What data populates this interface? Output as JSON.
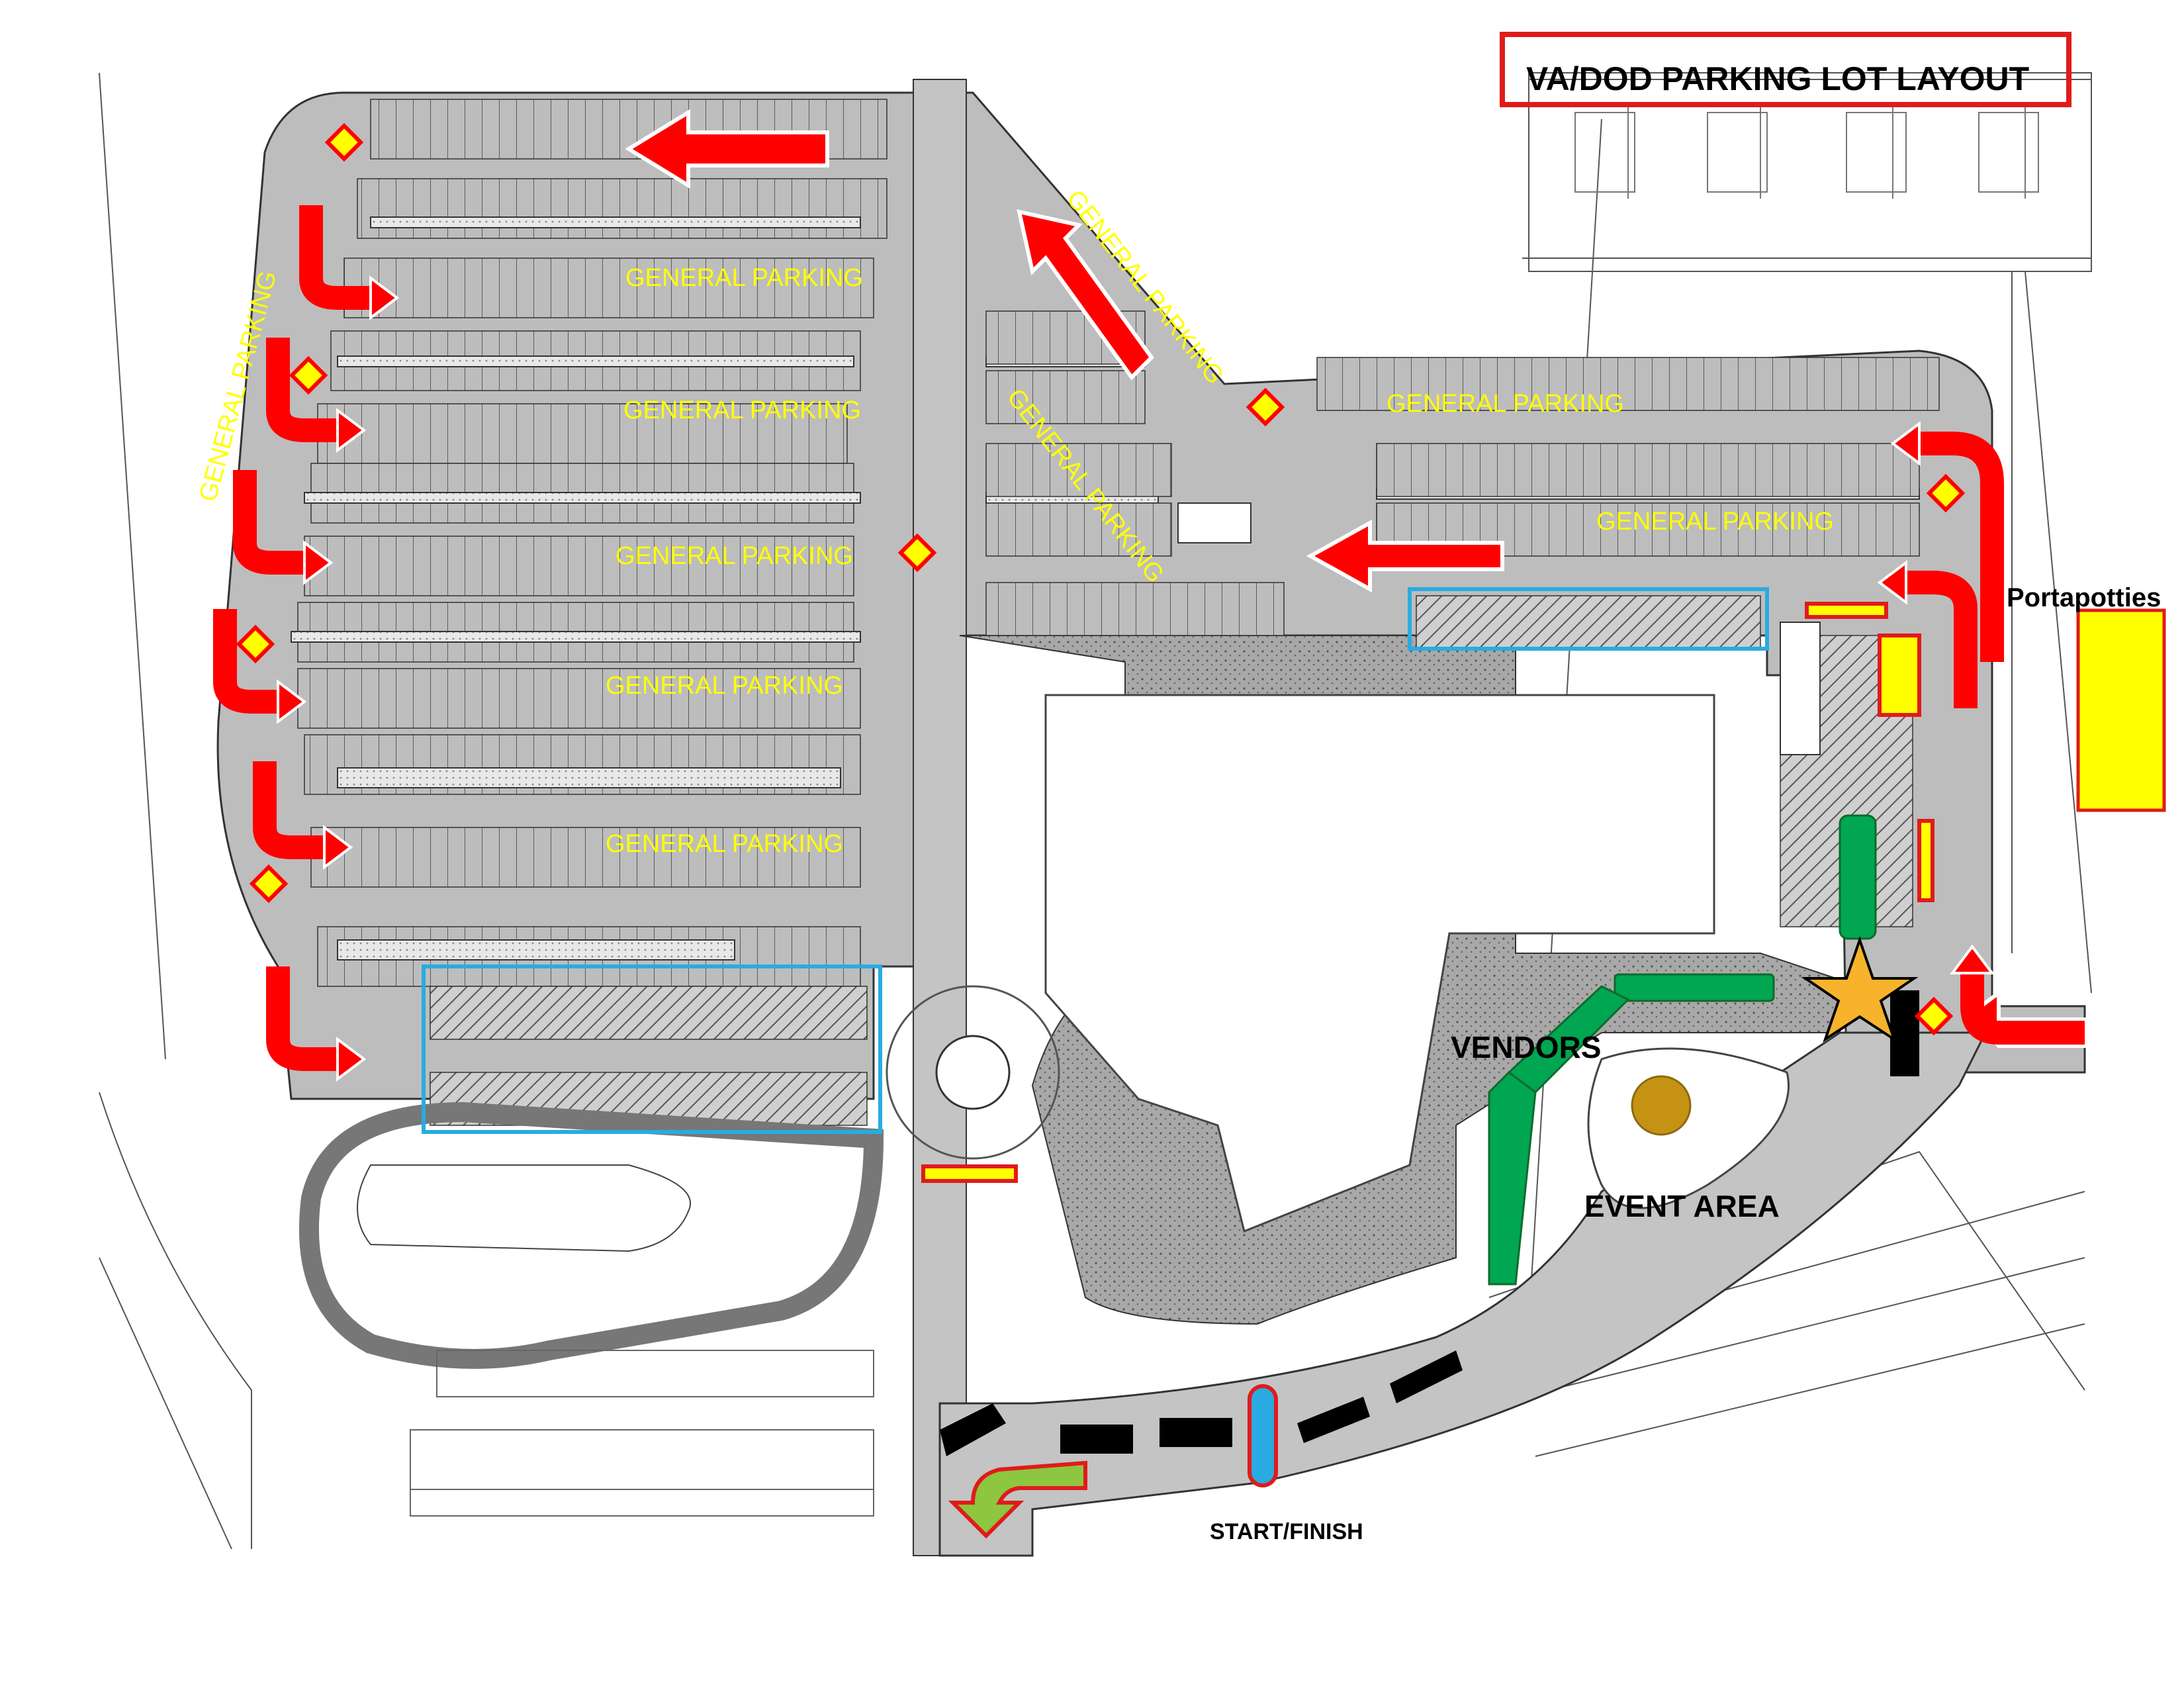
{
  "title": "VA/DOD PARKING LOT LAYOUT",
  "labels": {
    "general_parking": "GENERAL PARKING",
    "portapotties": "Portapotties",
    "vendors": "VENDORS",
    "event_area": "EVENT AREA",
    "start_finish": "START/FINISH"
  },
  "colors": {
    "lot": "#bdbdbd",
    "road": "#c4c4c4",
    "linework": "#333333",
    "label_yellow": "#ffff00",
    "arrow_red": "#ff0000",
    "arrow_border": "#ffffff",
    "diamond_fill": "#ffff00",
    "diamond_border": "#ff0000",
    "reserved_box": "#29abe2",
    "vendor_green": "#00a651",
    "event_gold": "#c69214",
    "star_gold": "#f7b32b",
    "barricade_black": "#000000",
    "exit_arrow_green": "#8dc63f"
  },
  "icons": {
    "traffic_arrow": "red-arrow-icon",
    "turn_arrow": "red-turn-arrow-icon",
    "marker": "yellow-diamond-icon",
    "star": "star-icon",
    "exit_arrow": "green-exit-arrow-icon"
  }
}
